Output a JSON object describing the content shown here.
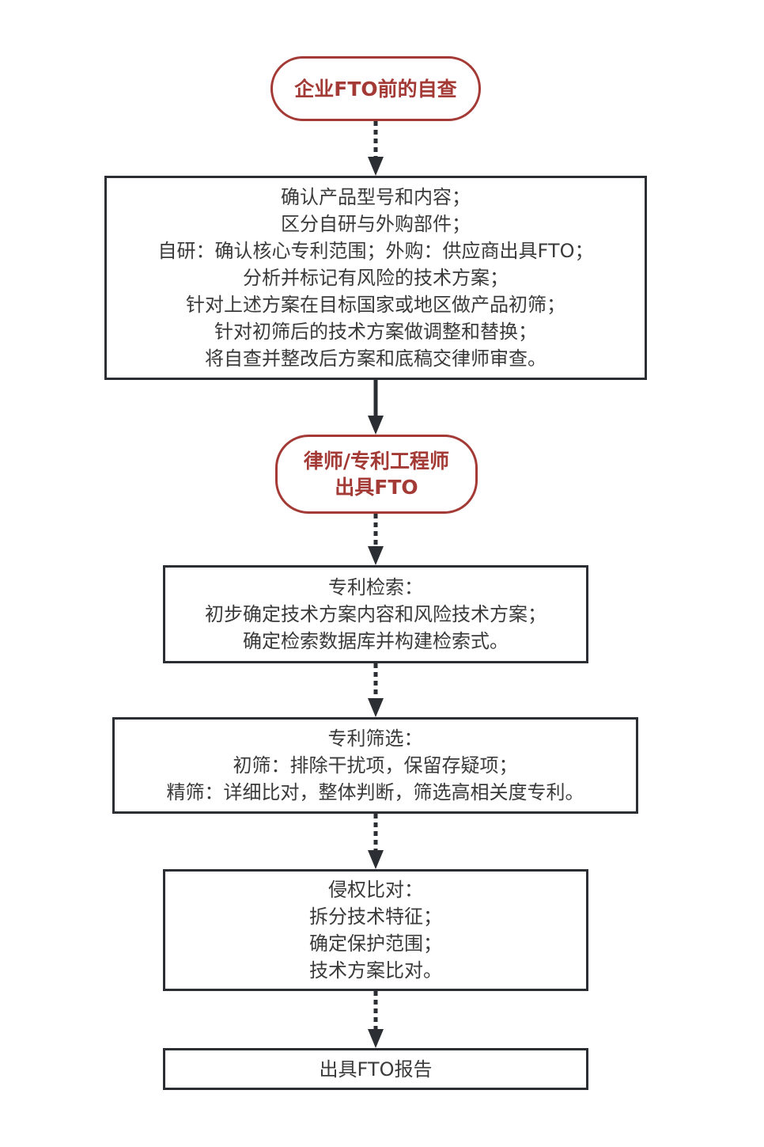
{
  "diagram": {
    "colors": {
      "terminal_border": "#a33a36",
      "terminal_text": "#a33a36",
      "process_border": "#2b2f33",
      "process_text": "#3a3a3a",
      "arrow": "#2b2f33"
    },
    "nodes": [
      {
        "id": "self-check",
        "type": "terminal",
        "lines": [
          "企业FTO前的自查"
        ]
      },
      {
        "id": "self-check-steps",
        "type": "process",
        "lines": [
          "确认产品型号和内容；",
          "区分自研与外购部件；",
          "自研：确认核心专利范围；外购：供应商出具FTO；",
          "分析并标记有风险的技术方案；",
          "针对上述方案在目标国家或地区做产品初筛；",
          "针对初筛后的技术方案做调整和替换；",
          "将自查并整改后方案和底稿交律师审查。"
        ]
      },
      {
        "id": "lawyer-fto",
        "type": "terminal",
        "lines": [
          "律师/专利工程师",
          "出具FTO"
        ]
      },
      {
        "id": "patent-search",
        "type": "process",
        "lines": [
          "专利检索：",
          "初步确定技术方案内容和风险技术方案；",
          "确定检索数据库并构建检索式。"
        ]
      },
      {
        "id": "patent-screening",
        "type": "process",
        "lines": [
          "专利筛选：",
          "初筛：排除干扰项，保留存疑项；",
          "精筛：详细比对，整体判断，筛选高相关度专利。"
        ]
      },
      {
        "id": "infringement-comparison",
        "type": "process",
        "lines": [
          "侵权比对：",
          "拆分技术特征；",
          "确定保护范围；",
          "技术方案比对。"
        ]
      },
      {
        "id": "fto-report",
        "type": "process",
        "lines": [
          "出具FTO报告"
        ]
      }
    ],
    "edges": [
      {
        "from": "self-check",
        "to": "self-check-steps",
        "style": "dashed"
      },
      {
        "from": "self-check-steps",
        "to": "lawyer-fto",
        "style": "solid"
      },
      {
        "from": "lawyer-fto",
        "to": "patent-search",
        "style": "dashed"
      },
      {
        "from": "patent-search",
        "to": "patent-screening",
        "style": "dashed"
      },
      {
        "from": "patent-screening",
        "to": "infringement-comparison",
        "style": "dashed"
      },
      {
        "from": "infringement-comparison",
        "to": "fto-report",
        "style": "dashed"
      }
    ]
  }
}
